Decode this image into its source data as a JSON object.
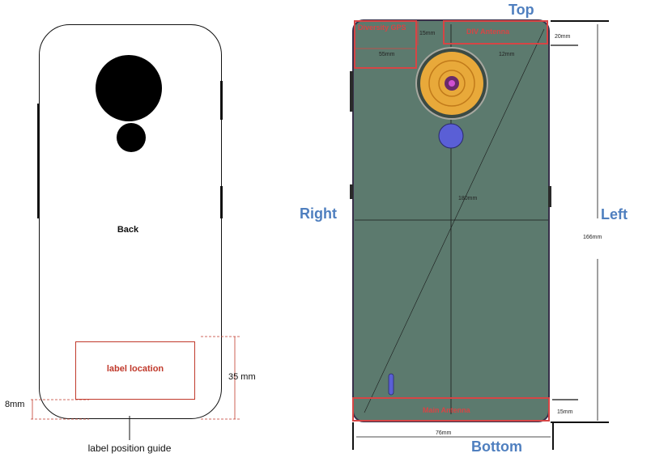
{
  "left_phone": {
    "back_label": "Back",
    "label_box_text": "label location",
    "dim_35": "35 mm",
    "dim_8": "8mm",
    "guide_caption": "label position guide"
  },
  "right_phone": {
    "top_label": "Top",
    "bottom_label": "Bottom",
    "left_label": "Left",
    "right_label": "Right",
    "antenna_topleft": "Diversity GPS",
    "antenna_top": "DIV Antenna",
    "antenna_main": "Main Antenna",
    "dim_15_top": "15mm",
    "dim_55": "55mm",
    "dim_12": "12mm",
    "dim_20": "20mm",
    "dim_180": "180mm",
    "dim_166": "166mm",
    "dim_15_bottom": "15mm",
    "dim_76": "76mm"
  },
  "colors": {
    "body_fill": "#5c7a6e",
    "antenna_red": "#d64545",
    "side_label_blue": "#4f7fbf",
    "camera_ring": "#e8a93a",
    "flash": "#5a5fd6"
  }
}
